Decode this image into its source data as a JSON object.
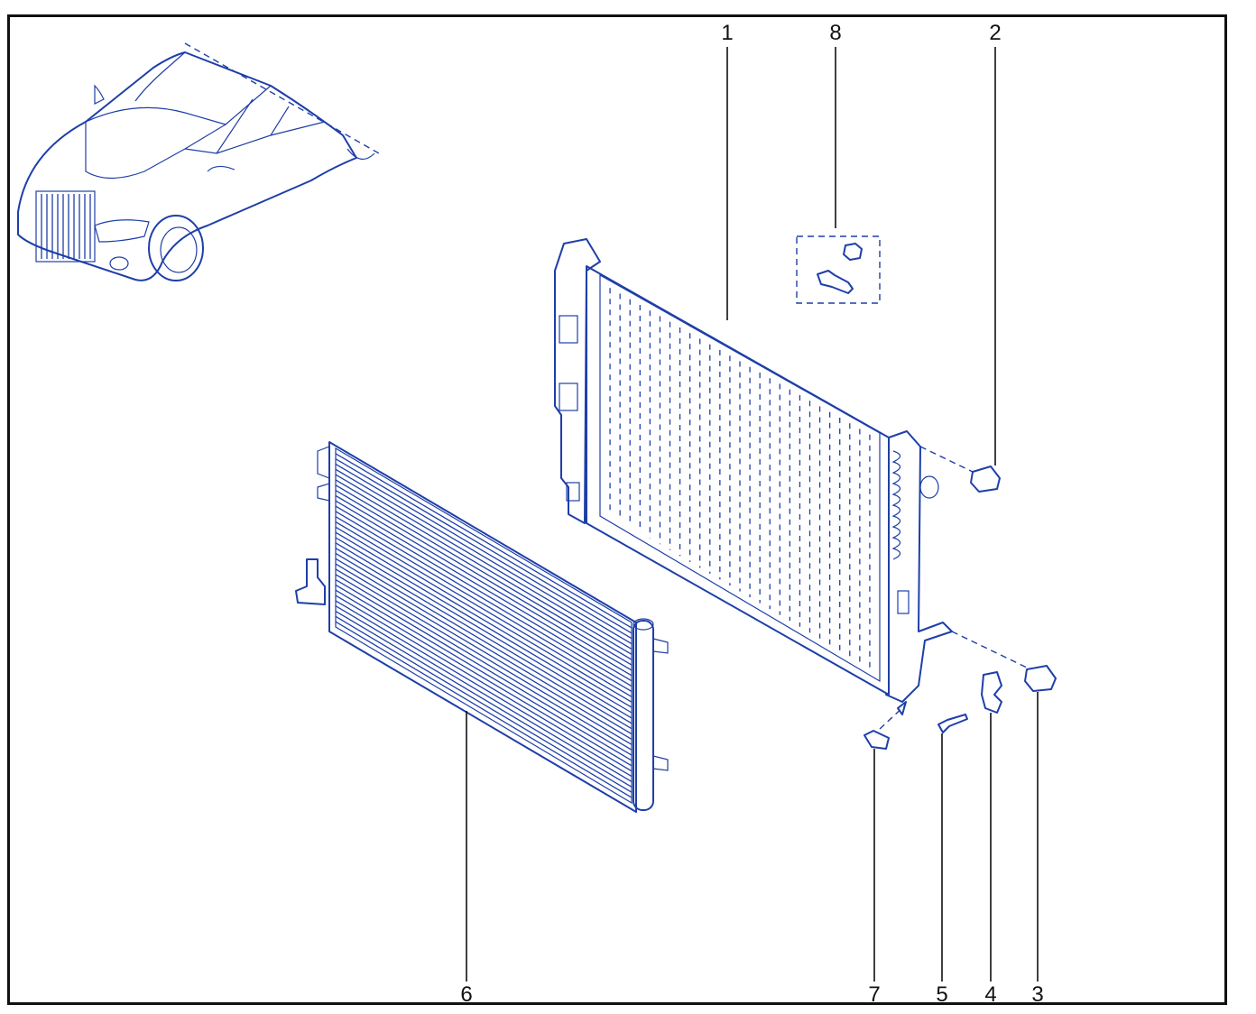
{
  "colors": {
    "ink": "#1e3fa8",
    "frame": "#111111",
    "background": "#ffffff"
  },
  "callouts": [
    {
      "id": "1",
      "label": "1"
    },
    {
      "id": "2",
      "label": "2"
    },
    {
      "id": "3",
      "label": "3"
    },
    {
      "id": "4",
      "label": "4"
    },
    {
      "id": "5",
      "label": "5"
    },
    {
      "id": "6",
      "label": "6"
    },
    {
      "id": "7",
      "label": "7"
    },
    {
      "id": "8",
      "label": "8"
    }
  ]
}
